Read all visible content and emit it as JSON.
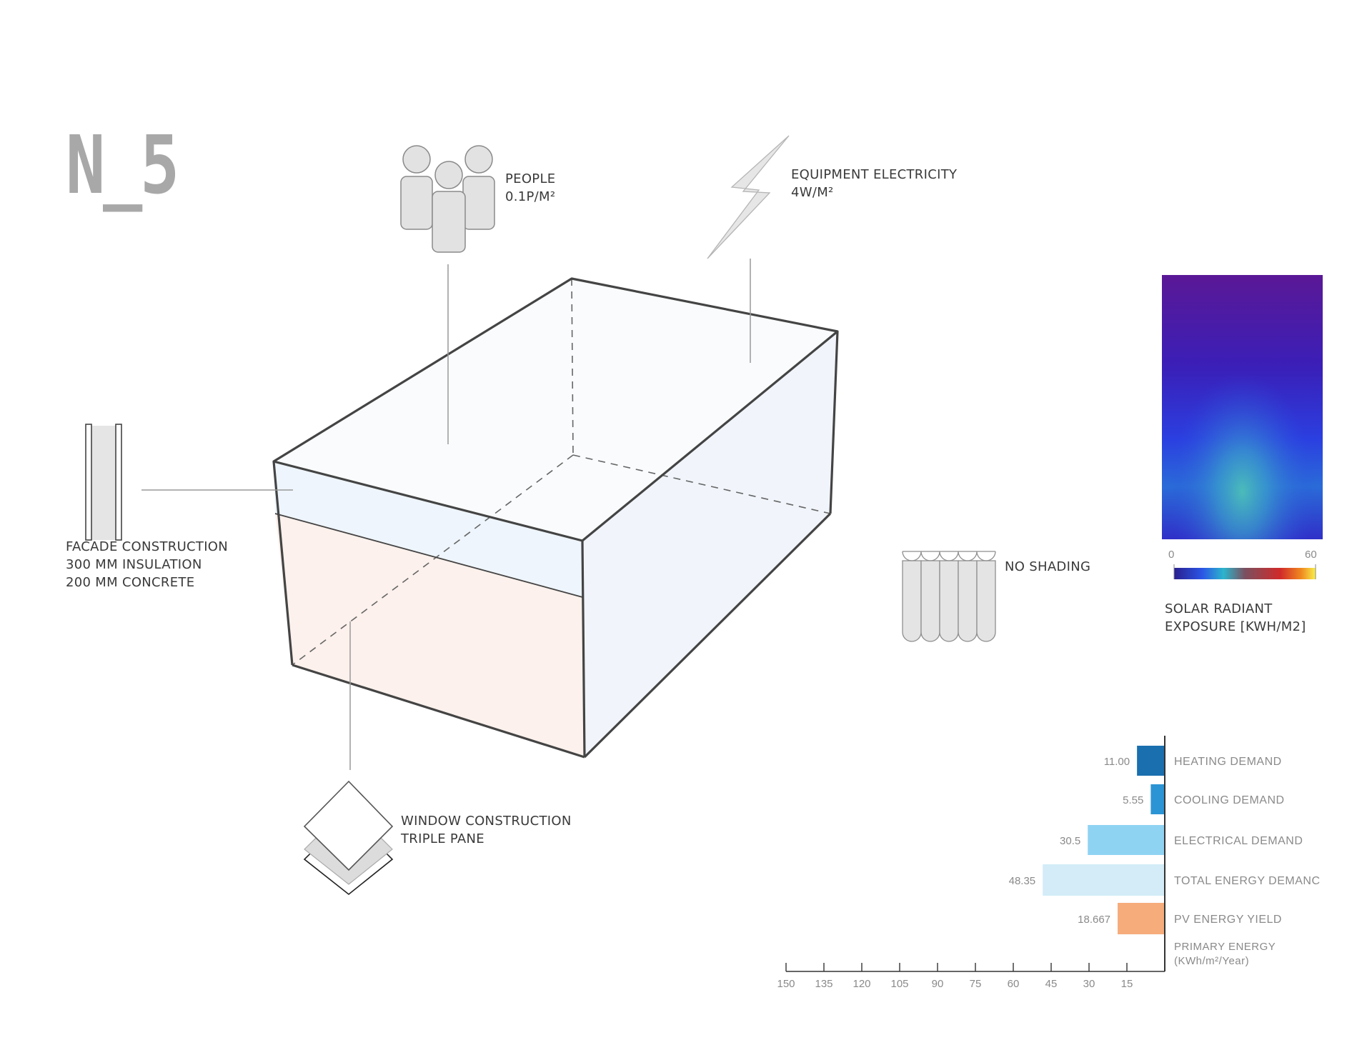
{
  "title": "N_5",
  "labels": {
    "people": [
      "PEOPLE",
      "0.1P/M²"
    ],
    "equipment": [
      "EQUIPMENT ELECTRICITY",
      "4W/M²"
    ],
    "facade": [
      "FACADE CONSTRUCTION",
      "300 MM INSULATION",
      "200 MM CONCRETE"
    ],
    "shading": [
      "NO SHADING"
    ],
    "window": [
      "WINDOW CONSTRUCTION",
      "TRIPLE PANE"
    ],
    "solar": [
      "SOLAR RADIANT",
      "EXPOSURE [KWH/M2]"
    ]
  },
  "colorbar": {
    "min_label": "0",
    "max_label": "60"
  },
  "colors": {
    "heating": "#1a6fae",
    "cooling": "#2b94d4",
    "electrical": "#8fd3f3",
    "total": "#d3ecf7",
    "pv": "#f6ac7b"
  },
  "chart_data": {
    "type": "bar",
    "orientation": "horizontal-left",
    "categories": [
      "HEATING DEMAND",
      "COOLING DEMAND",
      "ELECTRICAL DEMAND",
      "TOTAL ENERGY DEMANC",
      "PV ENERGY YIELD"
    ],
    "values": [
      11.0,
      5.55,
      30.5,
      48.35,
      18.667
    ],
    "value_labels": [
      "11.00",
      "5.55",
      "30.5",
      "48.35",
      "18.667"
    ],
    "axis_label": [
      "PRIMARY ENERGY",
      "(KWh/m²/Year)"
    ],
    "xticks": [
      "150",
      "135",
      "120",
      "105",
      "90",
      "75",
      "60",
      "45",
      "30",
      "15"
    ],
    "xlim": [
      0,
      150
    ]
  }
}
